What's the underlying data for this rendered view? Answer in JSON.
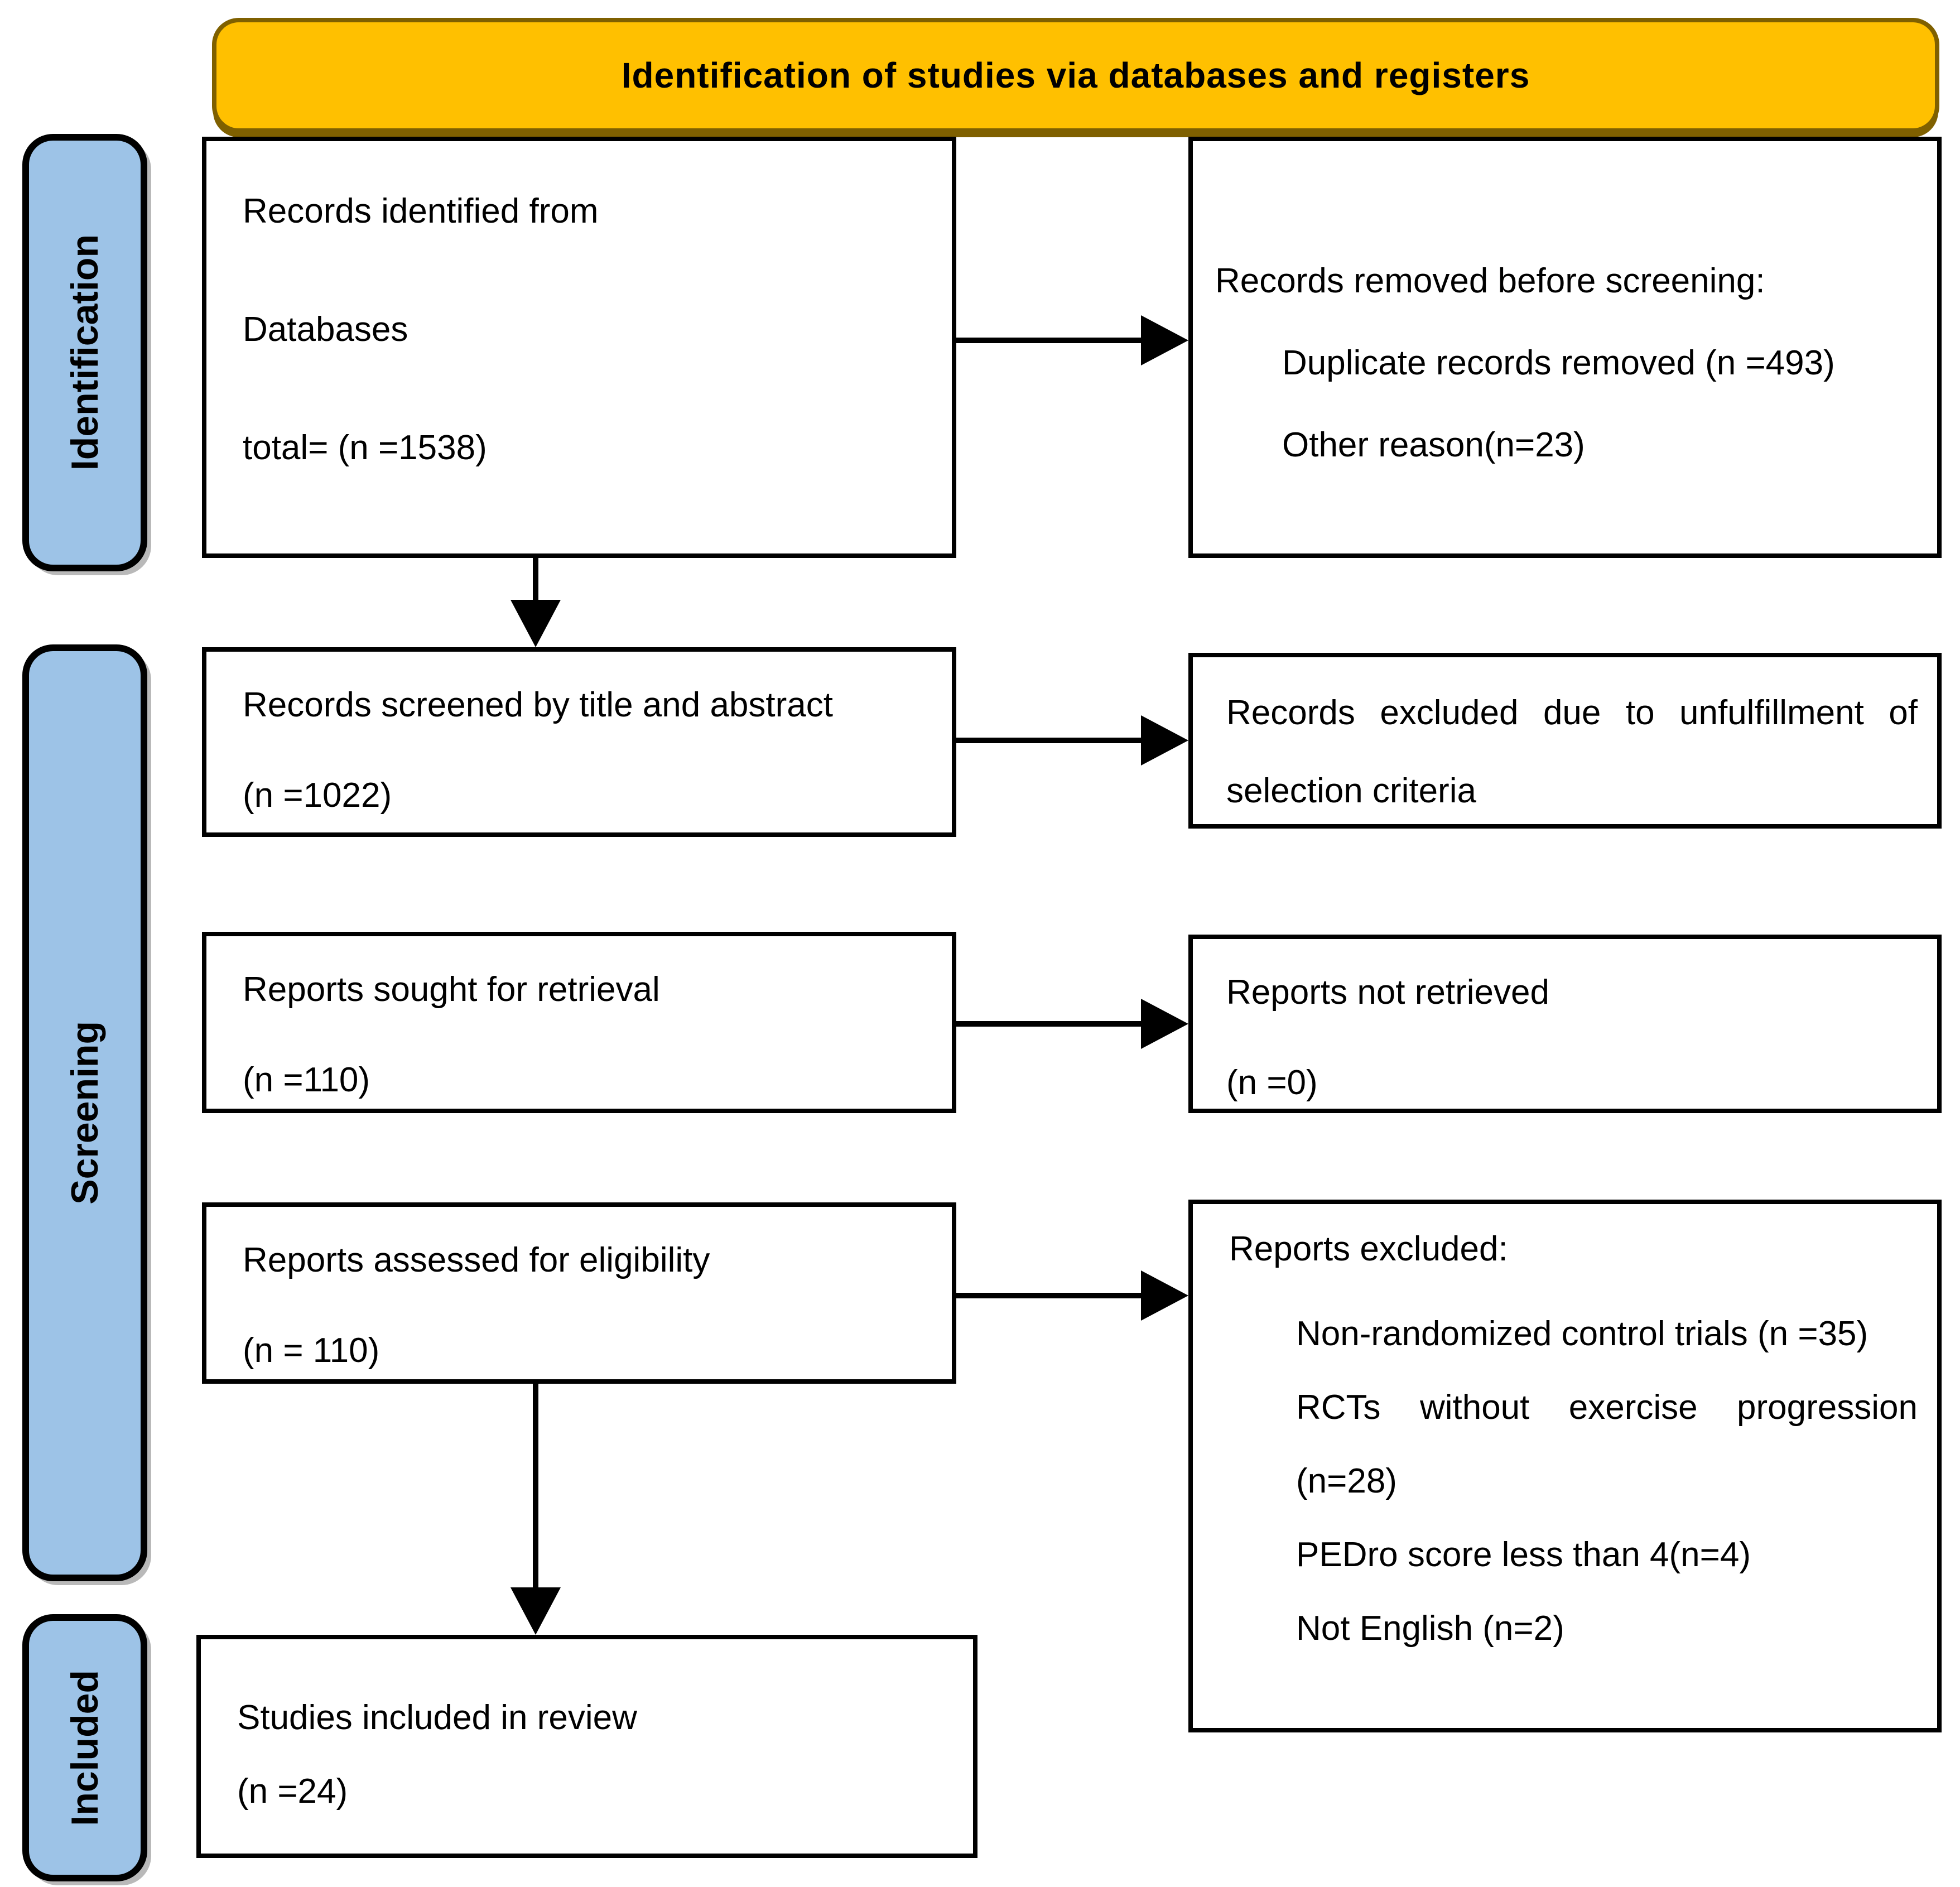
{
  "banner": {
    "title": "Identification of studies via databases and registers"
  },
  "sidebar": {
    "labels": [
      {
        "text": "Identification"
      },
      {
        "text": "Screening"
      },
      {
        "text": "Included"
      }
    ]
  },
  "boxes": {
    "identified": {
      "lines": [
        "Records identified from",
        "Databases",
        "total= (n =1538)"
      ]
    },
    "removed_before_screening": {
      "title": "Records removed before screening:",
      "items": [
        "Duplicate records removed (n =493)",
        "Other reason(n=23)"
      ]
    },
    "screened": {
      "lines": [
        "Records screened by title and abstract",
        "(n =1022)"
      ]
    },
    "excluded_selection": {
      "text": "Records excluded due to unfulfillment of selection criteria"
    },
    "sought": {
      "lines": [
        "Reports sought for retrieval",
        "(n =110)"
      ]
    },
    "not_retrieved": {
      "lines": [
        "Reports not retrieved",
        "(n =0)"
      ]
    },
    "assessed": {
      "lines": [
        "Reports assessed for eligibility",
        "(n = 110)"
      ]
    },
    "reports_excluded": {
      "title": "Reports excluded:",
      "items": [
        "Non-randomized control trials (n =35)",
        "RCTs without exercise progression (n=28)",
        "PEDro score less than 4(n=4)",
        "Not English (n=2)"
      ]
    },
    "included_review": {
      "lines": [
        "Studies included in review",
        "(n =24)"
      ]
    }
  },
  "colors": {
    "banner_fill": "#FFC000",
    "banner_border": "#7F6000",
    "label_fill": "#9DC3E7",
    "box_border": "#000000",
    "text": "#000000"
  }
}
